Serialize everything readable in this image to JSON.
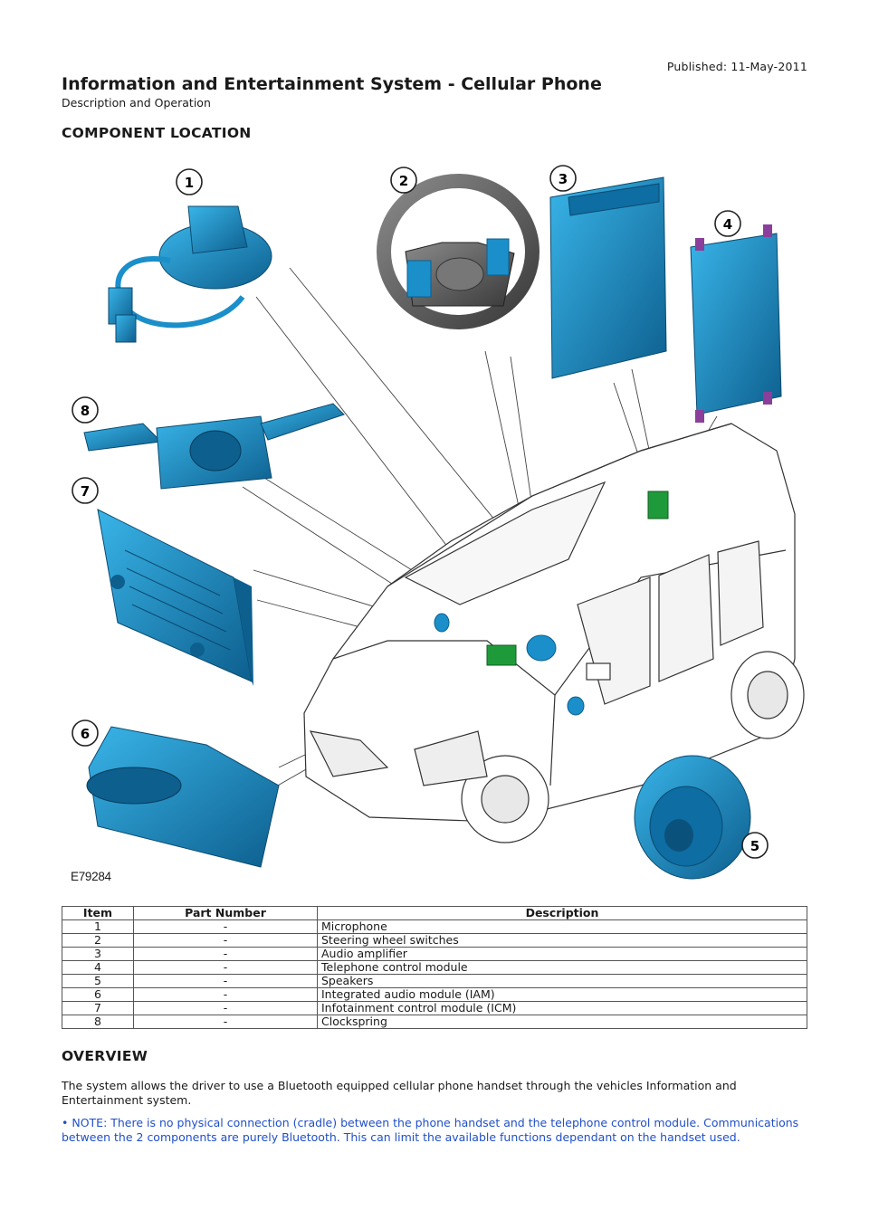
{
  "header": {
    "published": "Published: 11-May-2011",
    "title": "Information and Entertainment System - Cellular Phone",
    "subtitle": "Description and Operation"
  },
  "component_location": {
    "heading": "COMPONENT LOCATION",
    "figure_id": "E79284",
    "callouts": [
      "1",
      "2",
      "3",
      "4",
      "5",
      "6",
      "7",
      "8"
    ]
  },
  "parts_table": {
    "headers": [
      "Item",
      "Part Number",
      "Description"
    ],
    "rows": [
      [
        "1",
        "-",
        "Microphone"
      ],
      [
        "2",
        "-",
        "Steering wheel switches"
      ],
      [
        "3",
        "-",
        "Audio amplifier"
      ],
      [
        "4",
        "-",
        "Telephone control module"
      ],
      [
        "5",
        "-",
        "Speakers"
      ],
      [
        "6",
        "-",
        "Integrated audio module (IAM)"
      ],
      [
        "7",
        "-",
        "Infotainment control module (ICM)"
      ],
      [
        "8",
        "-",
        "Clockspring"
      ]
    ]
  },
  "overview": {
    "heading": "OVERVIEW",
    "paragraph": "The system allows the driver to use a Bluetooth equipped cellular phone handset through the vehicles Information and Entertainment system.",
    "note": "• NOTE: There is no physical connection (cradle) between the phone handset and the telephone control module. Communications between the 2 components are purely Bluetooth. This can limit the available functions dependant on the handset used."
  },
  "colors": {
    "component_blue": "#1b8fc9",
    "component_dark": "#0d5f8e",
    "highlight_green": "#1f9a3a",
    "note_blue": "#1f4fc8"
  }
}
